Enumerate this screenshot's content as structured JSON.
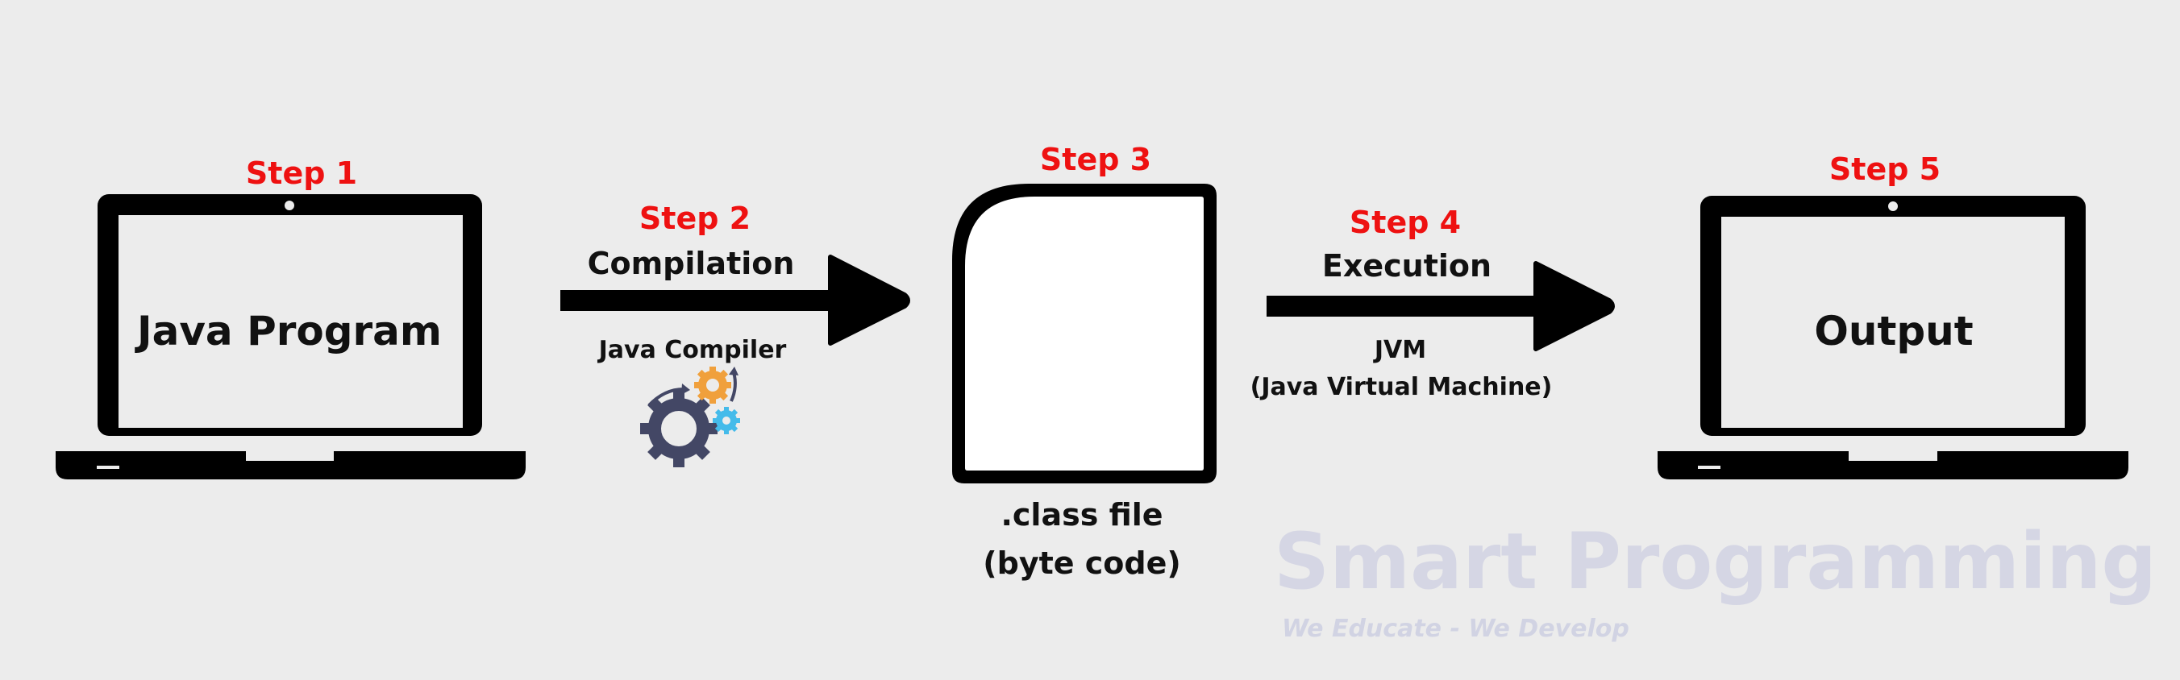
{
  "colors": {
    "background": "#ececec",
    "step_label": "#ee1111",
    "device": "#000000",
    "file_fill": "#ffffff",
    "gear_dark": "#434765",
    "gear_orange": "#f0a03c",
    "gear_blue": "#44bbea",
    "watermark": "#c9cbe0"
  },
  "steps": [
    {
      "step": "Step 1",
      "label": "Java Program",
      "icon": "laptop-icon"
    },
    {
      "step": "Step 2",
      "label": "Compilation",
      "sublabel": "Java Compiler",
      "icon": "gears-icon"
    },
    {
      "step": "Step 3",
      "label_line1": ".class file",
      "label_line2": "(byte code)",
      "icon": "file-icon"
    },
    {
      "step": "Step 4",
      "label": "Execution",
      "sublabel_line1": "JVM",
      "sublabel_line2": "(Java Virtual Machine)"
    },
    {
      "step": "Step 5",
      "label": "Output",
      "icon": "laptop-icon"
    }
  ],
  "watermark": {
    "title": "Smart Programming",
    "tagline": "We Educate - We Develop"
  }
}
